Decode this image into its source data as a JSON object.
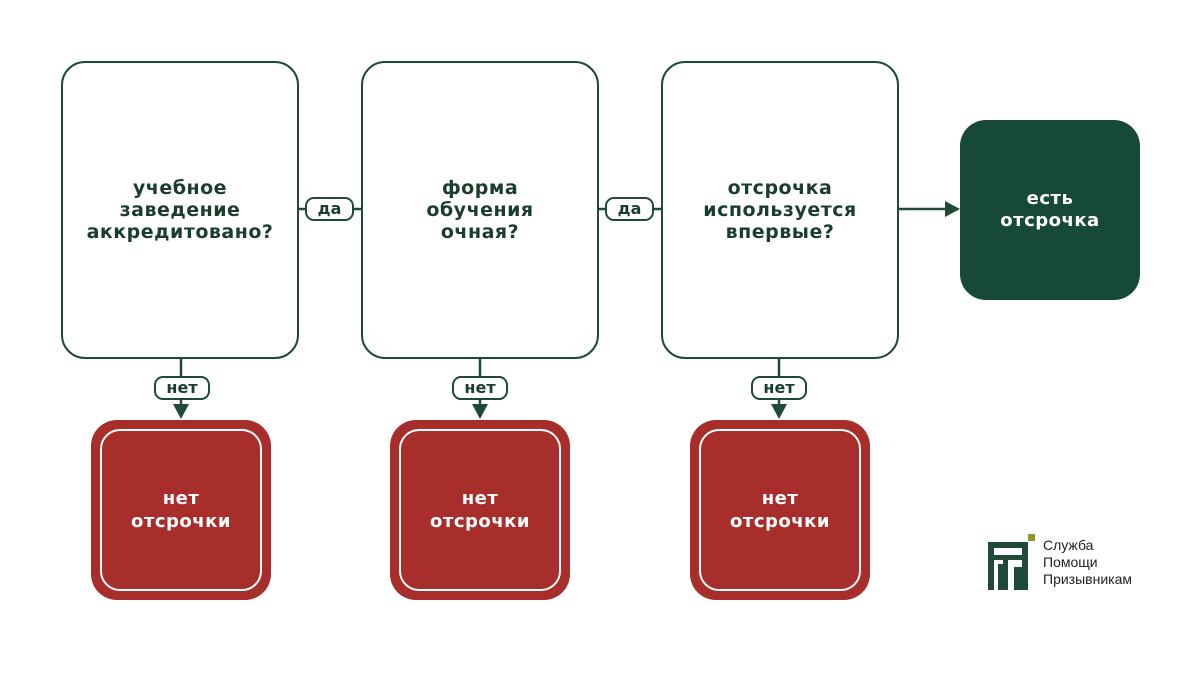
{
  "questions": [
    "учебное\nзаведение\nаккредитовано?",
    "форма\nобучения\nочная?",
    "отсрочка\nиспользуется\nвпервые?"
  ],
  "yes_label": "да",
  "no_label": "нет",
  "outcome_yes": "есть\nотсрочка",
  "outcome_no": "нет\nотсрочки",
  "logo_text": "Служба\nПомощи\nПризывникам",
  "colors": {
    "dark_green": "#174a36",
    "outline_green": "#1e4a37",
    "red": "#a82e2b",
    "logo_olive": "#8a9a2a"
  }
}
